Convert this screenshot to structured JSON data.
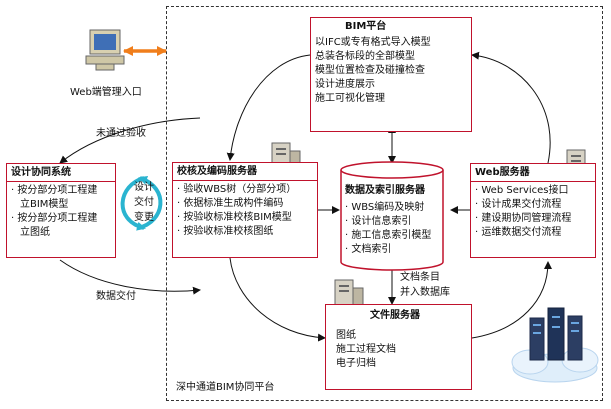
{
  "web_admin": {
    "label": "Web端管理入口"
  },
  "bim_platform": {
    "title": "BIM平台",
    "lines": [
      "以IFC或专有格式导入模型",
      "总装各标段的全部模型",
      "模型位置检查及碰撞检查",
      "设计进度展示",
      "施工可视化管理"
    ]
  },
  "design_system": {
    "title": "设计协同系统",
    "items": [
      "按分部分项工程建立BIM模型",
      "按分部分项工程建立图纸"
    ],
    "item_lines": [
      [
        "按分部分项工程建",
        "立BIM模型"
      ],
      [
        "按分部分项工程建",
        "立图纸"
      ]
    ]
  },
  "cycle": {
    "lines": [
      "设计",
      "交付",
      "变更"
    ]
  },
  "review_server": {
    "title": "校核及编码服务器",
    "items": [
      "验收WBS树（分部分项）",
      "依据标准生成构件编码",
      "按验收标准校核BIM模型",
      "按验收标准校核图纸"
    ]
  },
  "data_server": {
    "title": "数据及索引服务器",
    "items": [
      "WBS编码及映射",
      "设计信息索引",
      "施工信息索引模型",
      "文档索引"
    ]
  },
  "web_server": {
    "title": "Web服务器",
    "items": [
      "Web Services接口",
      "设计成果交付流程",
      "建设期协同管理流程",
      "运维数据交付流程"
    ]
  },
  "file_server": {
    "title": "文件服务器",
    "lines": [
      "图纸",
      "施工过程文档",
      "电子归档"
    ]
  },
  "labels": {
    "not_passed": "未通过验收",
    "data_delivery": "数据交付",
    "doc_entry": [
      "文档条目",
      "并入数据库"
    ],
    "platform": "深中通道BIM协同平台"
  },
  "colors": {
    "border": "#c0122c",
    "arrow_orange": "#f07e1b",
    "cycle": "#2ab4d0"
  }
}
